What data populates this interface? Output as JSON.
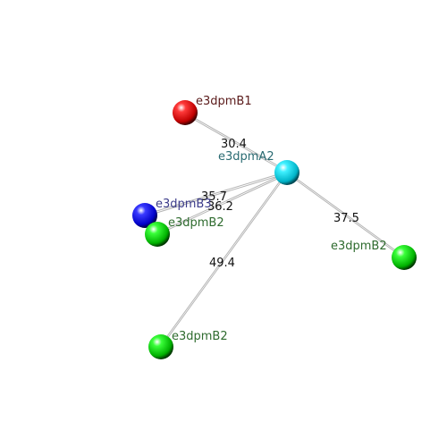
{
  "nodes": {
    "b1": {
      "label": "e3dpmB1",
      "color": "#ff0000",
      "label_color": "#5a1a1a"
    },
    "a2": {
      "label": "e3dpmA2",
      "color": "#00e5ff",
      "label_color": "#2a6b72"
    },
    "b3": {
      "label": "e3dpmB3",
      "color": "#0000ff",
      "label_color": "#3b3b8a"
    },
    "b2_left": {
      "label": "e3dpmB2",
      "color": "#00e000",
      "label_color": "#2e6b2e"
    },
    "b2_right": {
      "label": "e3dpmB2",
      "color": "#00e000",
      "label_color": "#2e6b2e"
    },
    "b2_bottom": {
      "label": "e3dpmB2",
      "color": "#00e000",
      "label_color": "#2e6b2e"
    }
  },
  "edges": {
    "a2_b1": {
      "label": "30.4"
    },
    "a2_b3": {
      "label": "35.7"
    },
    "a2_b2_left": {
      "label": "36.2"
    },
    "a2_b2_right": {
      "label": "37.5"
    },
    "a2_b2_bottom": {
      "label": "49.4"
    }
  },
  "colors": {
    "edge": "#b0b0b0",
    "background": "#ffffff"
  }
}
